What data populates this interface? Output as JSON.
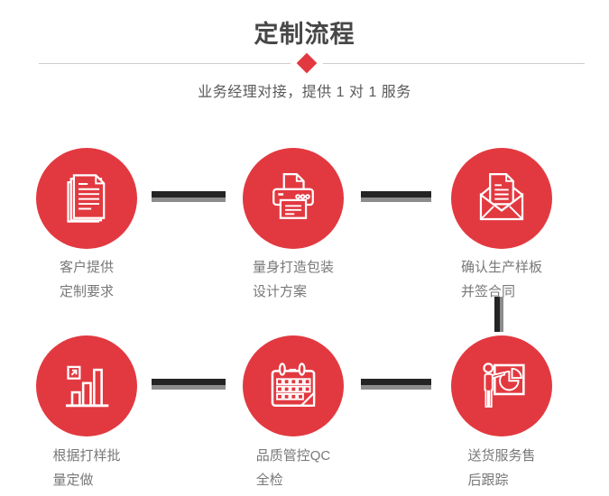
{
  "header": {
    "title": "定制流程",
    "subtitle": "业务经理对接，提供 1 对 1 服务"
  },
  "steps": [
    {
      "id": "step-1",
      "icon": "documents-icon",
      "label": [
        "客户提供",
        "定制要求"
      ]
    },
    {
      "id": "step-2",
      "icon": "printer-icon",
      "label": [
        "量身打造包装",
        "设计方案"
      ]
    },
    {
      "id": "step-3",
      "icon": "envelope-icon",
      "label": [
        "确认生产样板",
        "并签合同"
      ]
    },
    {
      "id": "step-4",
      "icon": "bar-chart-icon",
      "label": [
        "根据打样批",
        "量定做"
      ]
    },
    {
      "id": "step-5",
      "icon": "calendar-icon",
      "label": [
        "品质管控QC",
        "全检"
      ]
    },
    {
      "id": "step-6",
      "icon": "presenter-icon",
      "label": [
        "送货服务售",
        "后跟踪"
      ]
    }
  ],
  "colors": {
    "accent": "#e23940",
    "title_text": "#474747",
    "subtitle_text": "#595959",
    "label_text": "#787878",
    "divider_line": "#cccccc",
    "connector_dark": "#242424",
    "connector_light": "#8c8c8c"
  }
}
